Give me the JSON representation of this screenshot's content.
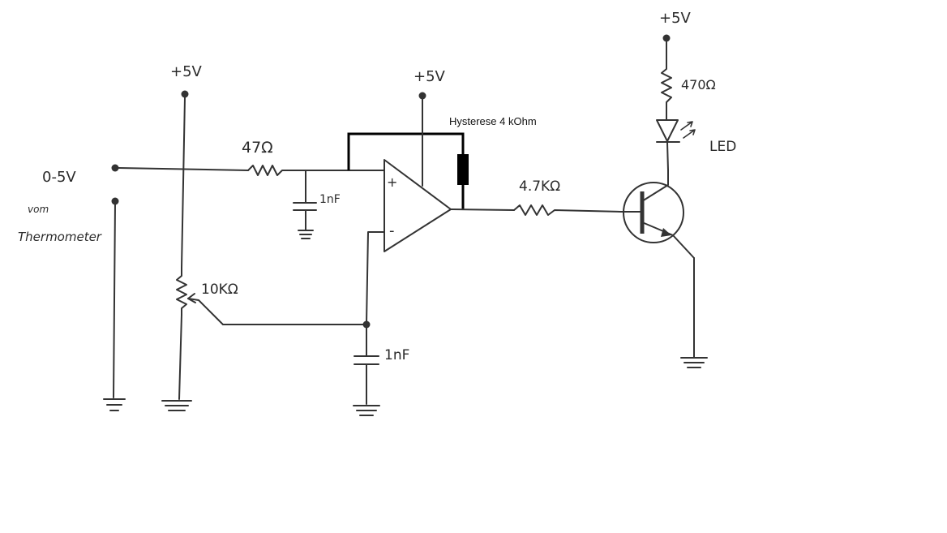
{
  "labels": {
    "supply_left": "+5V",
    "supply_opamp": "+5V",
    "supply_led": "+5V",
    "input_range": "0-5V",
    "input_source_line1": "vom",
    "input_source_line2": "Thermometer",
    "resistor_input": "47Ω",
    "cap_input": "1nF",
    "potentiometer": "10KΩ",
    "cap_reference": "1nF",
    "hysteresis": "Hysterese  4 kOhm",
    "resistor_base": "4.7KΩ",
    "resistor_led": "470Ω",
    "led": "LED",
    "opamp_plus": "+",
    "opamp_minus": "-"
  },
  "colors": {
    "ink": "#333333",
    "hysteresis_ink": "#000000",
    "background": "#ffffff"
  }
}
